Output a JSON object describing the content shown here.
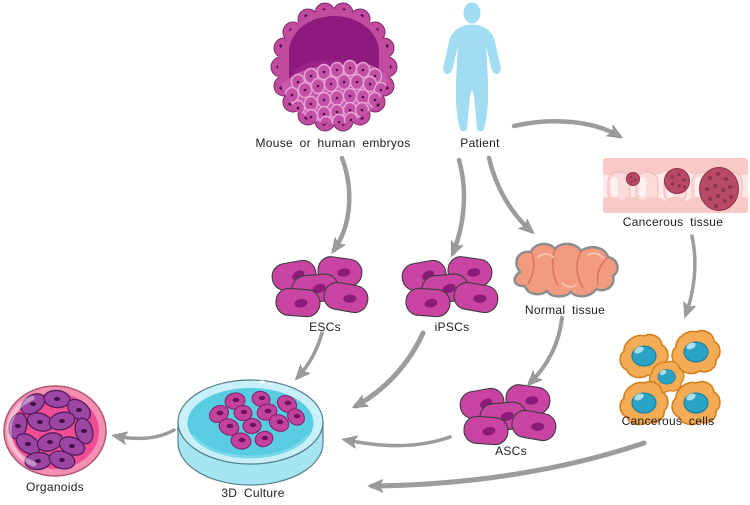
{
  "figure": {
    "labels": {
      "embryo": "Mouse or human embryos",
      "patient": "Patient",
      "cancerous_tissue": "Cancerous tissue",
      "escs": "ESCs",
      "ipscs": "iPSCs",
      "normal_tissue": "Normal tissue",
      "cancerous_cells": "Cancerous cells",
      "ascs": "ASCs",
      "culture": "3D Culture",
      "organoids": "Organoids"
    },
    "edges": [
      {
        "from": "embryo",
        "to": "escs"
      },
      {
        "from": "patient",
        "to": "ipscs"
      },
      {
        "from": "patient",
        "to": "normal_tissue"
      },
      {
        "from": "patient",
        "to": "cancerous_tissue"
      },
      {
        "from": "cancerous_tissue",
        "to": "cancerous_cells"
      },
      {
        "from": "normal_tissue",
        "to": "ascs"
      },
      {
        "from": "escs",
        "to": "culture"
      },
      {
        "from": "ipscs",
        "to": "culture"
      },
      {
        "from": "ascs",
        "to": "culture"
      },
      {
        "from": "cancerous_cells",
        "to": "culture"
      },
      {
        "from": "culture",
        "to": "organoids"
      }
    ],
    "colors": {
      "stem_cell_magenta": "#c2459f",
      "nucleus_purple": "#8b1b79",
      "patient_blue": "#a2dcf2",
      "arrow_gray": "#9a9c9e",
      "cancer_cell_orange": "#f4ab55",
      "cancer_nucleus_teal": "#2ba3c6",
      "dish_cyan": "#58cde2",
      "organoid_pink": "#ee4d94",
      "tissue_band_pink": "#f8c9c6",
      "tumor_red": "#b84a66",
      "normal_tissue_salmon": "#f29a7f",
      "embryo_cavity_purple": "#8e1a7e"
    }
  }
}
